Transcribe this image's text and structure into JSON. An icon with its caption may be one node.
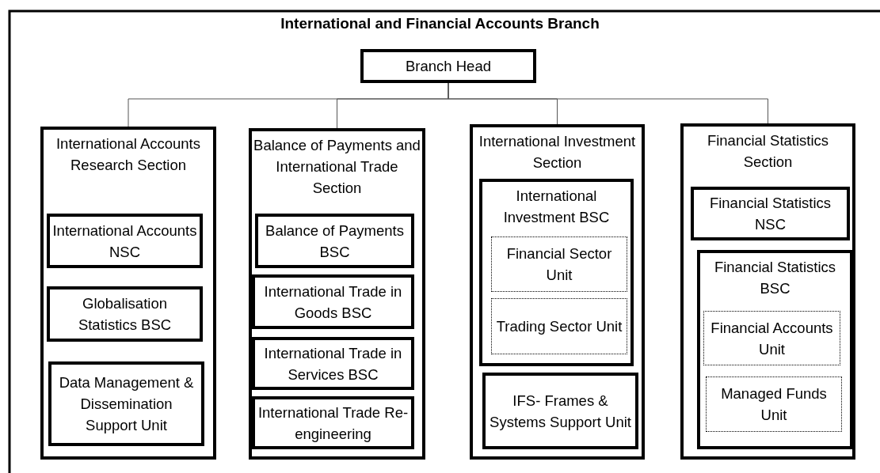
{
  "diagram": {
    "title": "International and Financial Accounts Branch",
    "nodes": [
      {
        "text": [
          "Branch Head"
        ]
      },
      {
        "text": [
          "International Accounts Research Section"
        ]
      },
      {
        "text": [
          "International Accounts NSC"
        ],
        "in": 1
      },
      {
        "text": [
          "Globalisation Statistics BSC"
        ],
        "in": 1
      },
      {
        "text": [
          "Data Management & Dissemination Support Unit"
        ],
        "in": 1
      },
      {
        "text": [
          "Balance of Payments and International Trade Section"
        ]
      },
      {
        "text": [
          "Balance of Payments BSC"
        ],
        "in": 5
      },
      {
        "text": [
          "International Trade in Goods BSC"
        ],
        "in": 5
      },
      {
        "text": [
          "International Trade in Services BSC"
        ],
        "in": 5
      },
      {
        "text": [
          "International Trade Re-engineering"
        ],
        "in": 5
      },
      {
        "text": [
          "International Investment Section"
        ]
      },
      {
        "text": [
          "International Investment BSC"
        ],
        "in": 10
      },
      {
        "text": [
          "Financial Sector Unit"
        ],
        "in": 11
      },
      {
        "text": [
          "Trading Sector Unit"
        ],
        "in": 11
      },
      {
        "text": [
          "IFS- Frames & Systems Support Unit"
        ],
        "in": 10
      },
      {
        "text": [
          "Financial Statistics Section"
        ]
      },
      {
        "text": [
          "Financial Statistics NSC"
        ],
        "in": 15
      },
      {
        "text": [
          "Financial Statistics BSC"
        ],
        "in": 15
      },
      {
        "text": [
          "Financial Accounts Unit"
        ],
        "in": 17
      },
      {
        "text": [
          "Managed Funds Unit"
        ],
        "in": 17
      }
    ],
    "edges": [
      {
        "from": 0,
        "to": 1,
        "arrow": "none"
      },
      {
        "from": 0,
        "to": 5,
        "arrow": "none"
      },
      {
        "from": 0,
        "to": 10,
        "arrow": "none"
      },
      {
        "from": 0,
        "to": 15,
        "arrow": "none"
      }
    ]
  }
}
